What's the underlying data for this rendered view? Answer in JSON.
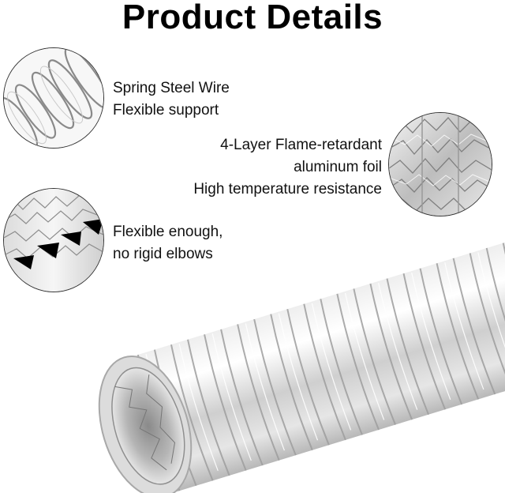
{
  "title": "Product Details",
  "features": {
    "spring": {
      "line1": "Spring Steel Wire",
      "line2": "Flexible support"
    },
    "foil": {
      "line1": "4-Layer Flame-retardant",
      "line2": "aluminum foil",
      "line3": "High temperature resistance"
    },
    "flex": {
      "line1": "Flexible enough,",
      "line2": "no rigid elbows"
    }
  },
  "colors": {
    "foil_light": "#f2f2f2",
    "foil_mid": "#c9c9c9",
    "foil_dark": "#8d8d8d",
    "wire": "#8a8a8a"
  }
}
